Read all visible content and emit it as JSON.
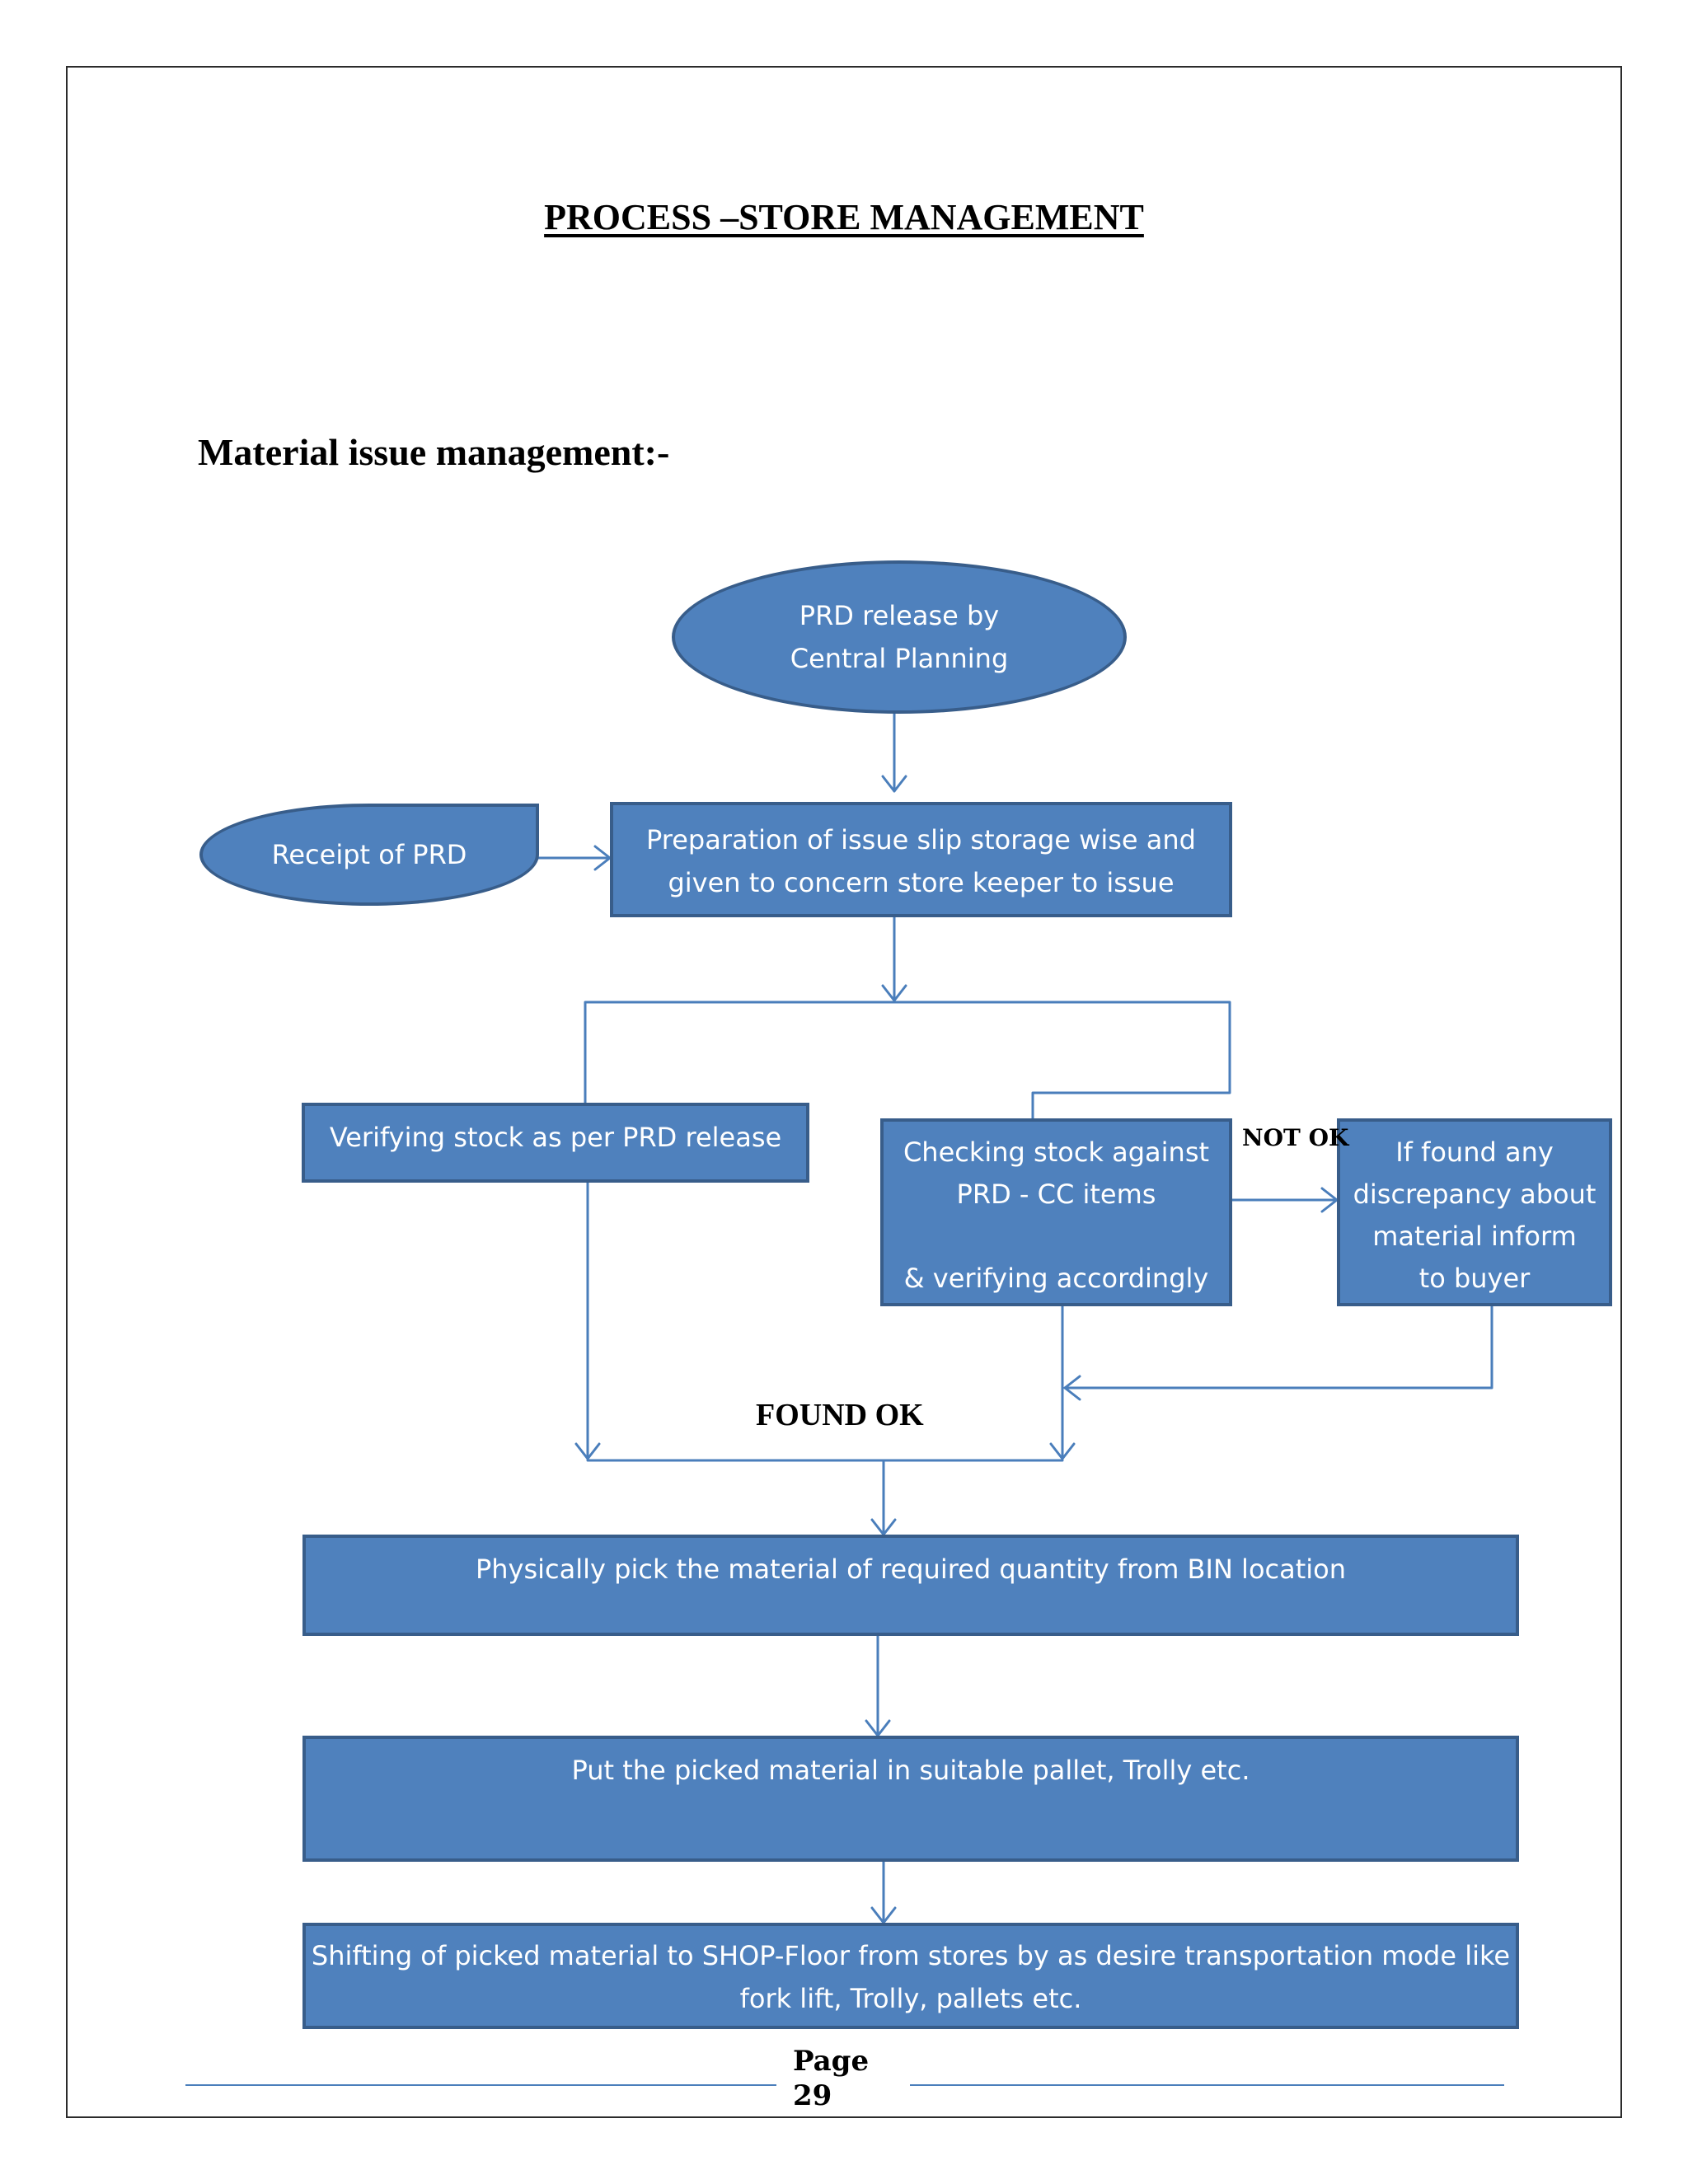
{
  "title": "PROCESS –STORE MANAGEMENT",
  "subtitle": "Material issue management:-",
  "nodes": {
    "prd_release": "PRD release by\nCentral Planning",
    "receipt_prd": "Receipt of PRD",
    "prep_slip": "Preparation of issue slip storage wise and\ngiven to concern store keeper to issue",
    "verify_stock": "Verifying stock as per PRD release",
    "check_stock": "Checking stock   against\nPRD - CC items\n\n& verifying accordingly",
    "discrepancy": "If found any\ndiscrepancy about\nmaterial inform\nto buyer",
    "pick_material": "Physically pick the material of required quantity from BIN location",
    "put_material": "Put the picked material in suitable pallet, Trolly etc.",
    "shift_material": "Shifting of picked material to SHOP-Floor from stores by as desire transportation mode like\nfork lift, Trolly, pallets etc."
  },
  "labels": {
    "not_ok": "NOT OK",
    "found_ok": "FOUND OK"
  },
  "footer": {
    "page_word": "Page",
    "page_number": "29"
  },
  "colors": {
    "node_fill": "#4f81bd",
    "node_border": "#385d8a",
    "connector": "#4a7ebb"
  }
}
